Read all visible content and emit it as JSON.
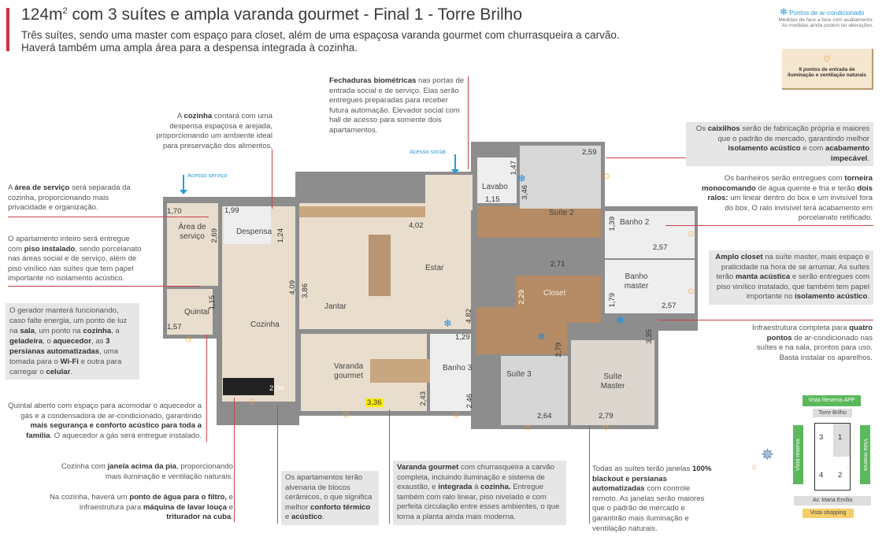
{
  "header": {
    "title_prefix": "124m",
    "title_sup": "2",
    "title_rest": " com 3 suítes e ampla varanda gourmet - Final 1 - Torre Brilho",
    "subtitle_1": "Três suítes, sendo uma master com espaço para closet, além de uma espaçosa varanda gourmet com churrasqueira a carvão.",
    "subtitle_2": "Haverá também uma ampla área para a despensa integrada à cozinha."
  },
  "legend": {
    "ac_label": "Pontos de ar-condicionado",
    "measure_1": "Medidas de face a face com acabamento.",
    "measure_2": "As medidas ainda podem ter alterações.",
    "sun_label_1": "9 pontos de entrada de",
    "sun_label_2": "iluminação e ventilação naturais"
  },
  "access": {
    "service": "Acesso serviço",
    "social": "Acesso social"
  },
  "rooms": [
    "Área de serviço",
    "Despensa",
    "Quintal",
    "Cozinha",
    "Jantar",
    "Estar",
    "Varanda gourmet",
    "Lavabo",
    "Suíte 2",
    "Banho 2",
    "Banho master",
    "Closet",
    "Banho 3",
    "Suíte 3",
    "Suíte Master"
  ],
  "dims": [
    "1,70",
    "2,69",
    "1,99",
    "1,24",
    "4,09",
    "3,86",
    "1,15",
    "1,57",
    "2,04",
    "4,02",
    "4,82",
    "3,36",
    "2,43",
    "1,29",
    "2,46",
    "1,47",
    "3,46",
    "1,15",
    "2,59",
    "1,39",
    "2,57",
    "2,71",
    "2,29",
    "1,79",
    "2,57",
    "3,35",
    "2,79",
    "2,64",
    "2,79"
  ],
  "notes": {
    "cozinha": [
      [
        "A ",
        0
      ],
      [
        "cozinha",
        1
      ],
      [
        " contará com uma despensa espaçosa e arejada, proporcionando um ambiente ideal para preservação dos alimentos.",
        0
      ]
    ],
    "fechaduras": [
      [
        "Fechaduras biométricas",
        1
      ],
      [
        " nas portas de entrada social e de serviço. Elas serão entregues preparadas para receber futura automação. Elevador social com hall de acesso para somente dois apartamentos.",
        0
      ]
    ],
    "servico": [
      [
        "A ",
        0
      ],
      [
        "área de serviço",
        1
      ],
      [
        " será separada da cozinha, proporcionando mais privacidade e organização.",
        0
      ]
    ],
    "piso": [
      [
        "O apartamento inteiro será entregue com ",
        0
      ],
      [
        "piso instalado",
        1
      ],
      [
        ", sendo porcelanato nas áreas social e de serviço, além de piso vinílico nas suítes que tem papel importante no isolamento acústico.",
        0
      ]
    ],
    "gerador": [
      [
        "O gerador manterá funcionando, caso falte energia, um ponto de luz na ",
        0
      ],
      [
        "sala",
        1
      ],
      [
        ", um ponto na ",
        0
      ],
      [
        "cozinha",
        1
      ],
      [
        ", a ",
        0
      ],
      [
        "geladeira",
        1
      ],
      [
        ", o ",
        0
      ],
      [
        "aquecedor",
        1
      ],
      [
        ", as ",
        0
      ],
      [
        "3 persianas automatizadas",
        1
      ],
      [
        ", uma tomada para o ",
        0
      ],
      [
        "Wi-Fi",
        1
      ],
      [
        " e outra para carregar o ",
        0
      ],
      [
        "celular",
        1
      ],
      [
        ".",
        0
      ]
    ],
    "quintal": [
      [
        "Quintal aberto com espaço para acomodar o aquecedor a gás e a condensadora de ar-condicionado, garantindo ",
        0
      ],
      [
        "mais segurança e conforto acústico para toda a família",
        1
      ],
      [
        ". O aquecedor a gás será entregue instalado.",
        0
      ]
    ],
    "janela": [
      [
        "Cozinha com ",
        0
      ],
      [
        "janela acima da pia",
        1
      ],
      [
        ", proporcionando mais iluminação e ventilação naturais.",
        0
      ]
    ],
    "filtro": [
      [
        "Na cozinha, haverá um ",
        0
      ],
      [
        "ponto de água para o filtro,",
        1
      ],
      [
        " e infraestrutura para ",
        0
      ],
      [
        "máquina de lavar louça",
        1
      ],
      [
        " e ",
        0
      ],
      [
        "triturador na cuba",
        1
      ],
      [
        ".",
        0
      ]
    ],
    "alvenaria": [
      [
        "Os apartamentos terão alvenaria de blocos cerâmicos, o que significa melhor ",
        0
      ],
      [
        "conforto térmico",
        1
      ],
      [
        " e ",
        0
      ],
      [
        "acústico",
        1
      ],
      [
        ".",
        0
      ]
    ],
    "varanda": [
      [
        "Varanda gourmet",
        1
      ],
      [
        " com churrasqueira a carvão completa, incluindo iluminação e sistema de exaustão, e ",
        0
      ],
      [
        "integrada",
        1
      ],
      [
        " à ",
        0
      ],
      [
        "cozinha.",
        1
      ],
      [
        " Entregue também com ralo linear, piso nivelado e com perfeita circulação entre esses ambientes, o que torna a planta ainda mais moderna.",
        0
      ]
    ],
    "janelas": [
      [
        "Todas as suítes terão janelas ",
        0
      ],
      [
        "100% blackout e persianas automatizadas",
        1
      ],
      [
        " com controle remoto. As janelas serão maiores que o padrão de mercado e garantirão mais iluminação e ventilação naturais.",
        0
      ]
    ],
    "caixilhos": [
      [
        "Os ",
        0
      ],
      [
        "caixilhos",
        1
      ],
      [
        " serão de fabricação própria e maiores que o padrão de mercado, garantindo melhor ",
        0
      ],
      [
        "isolamento acústico",
        1
      ],
      [
        " e com ",
        0
      ],
      [
        "acabamento impecável",
        1
      ],
      [
        ".",
        0
      ]
    ],
    "banheiros": [
      [
        "Os banheiros serão entregues com ",
        0
      ],
      [
        "torneira monocomando",
        1
      ],
      [
        " de água quente e fria e terão ",
        0
      ],
      [
        "dois ralos:",
        1
      ],
      [
        " um linear dentro do box e um invisível fora do box. O ralo invisível terá acabamento em porcelanato retificado.",
        0
      ]
    ],
    "closet": [
      [
        "Amplo closet",
        1
      ],
      [
        " na suíte master, mais espaço e praticidade na hora de se arrumar. As suítes terão ",
        0
      ],
      [
        "manta acústica",
        1
      ],
      [
        " e serão entregues com piso vinílico instalado, que também tem papel importante no ",
        0
      ],
      [
        "isolamento acústico",
        1
      ],
      [
        ".",
        0
      ]
    ],
    "infra": [
      [
        "Infraestrutura completa para ",
        0
      ],
      [
        "quatro pontos",
        1
      ],
      [
        " de ar-condicionado nas suítes e na sala, prontos para uso. Basta instalar os aparelhos.",
        0
      ]
    ]
  },
  "site": {
    "top": "Vista Reserva APP",
    "tower": "Torre Brilho",
    "left": "Vista reserva",
    "right": "Vista reserva",
    "street": "Av. Maria Emília",
    "bottom": "Vista shopping",
    "units": [
      "3",
      "1",
      "4",
      "2"
    ]
  },
  "colors": {
    "accent_red": "#d0313b",
    "ac_blue": "#2a9bd8",
    "sun": "#f2a23a",
    "green": "#5cb85c"
  }
}
